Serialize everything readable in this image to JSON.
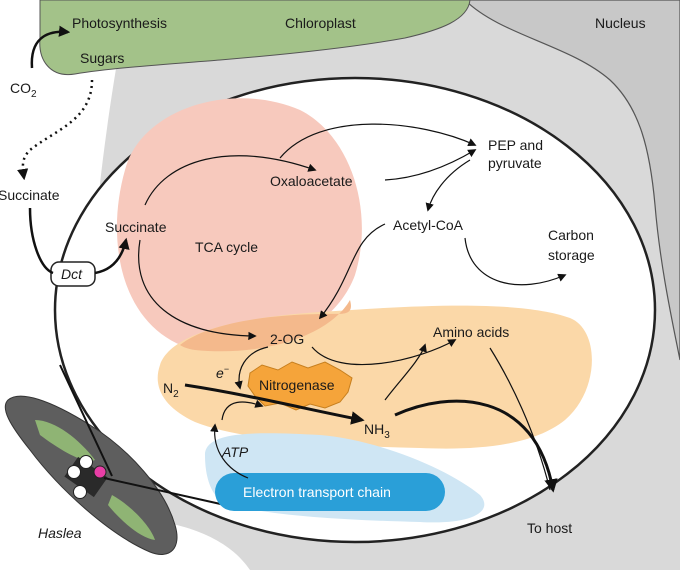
{
  "labels": {
    "photosynthesis": "Photosynthesis",
    "chloroplast": "Chloroplast",
    "nucleus": "Nucleus",
    "sugars": "Sugars",
    "co2_main": "CO",
    "co2_sub": "2",
    "succinate_outside": "Succinate",
    "dct": "Dct",
    "succinate_inside": "Succinate",
    "tca_cycle": "TCA cycle",
    "oxaloacetate": "Oxaloacetate",
    "pep_line1": "PEP and",
    "pep_line2": "pyruvate",
    "acetyl_coa": "Acetyl-CoA",
    "carbon_line1": "Carbon",
    "carbon_line2": "storage",
    "two_og": "2-OG",
    "amino_acids": "Amino acids",
    "electron_main": "e",
    "electron_sup": "−",
    "nitrogenase": "Nitrogenase",
    "n2_main": "N",
    "n2_sub": "2",
    "nh3_main": "NH",
    "nh3_sub": "3",
    "atp": "ATP",
    "electron_transport_chain": "Electron transport chain",
    "to_host": "To host",
    "haslea": "Haslea"
  },
  "colors": {
    "cell_gray": "#d9d9d9",
    "nucleus_gray": "#c8c8c8",
    "chloroplast_green": "#a3c289",
    "tca_pink": "#f7c9bd",
    "nitrogen_orange": "#fbd8a8",
    "overlap_orange": "#f4b98c",
    "etc_light_blue": "#cfe6f4",
    "etc_blue": "#2a9fd8",
    "nitrogenase_orange": "#f5a43a",
    "diatom_dark": "#5e5e5e",
    "diatom_green": "#8fb474",
    "endosymbiont_magenta": "#e83ea6"
  }
}
